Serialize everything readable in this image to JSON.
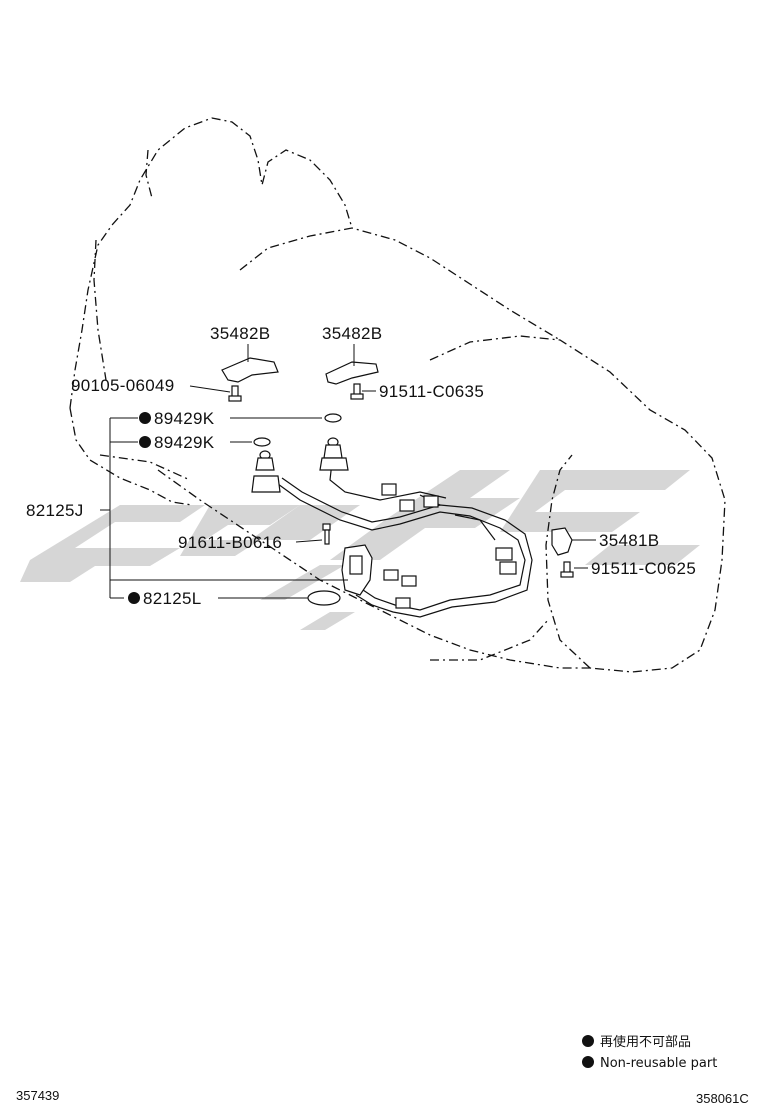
{
  "parts": {
    "p35482B_left": "35482B",
    "p35482B_right": "35482B",
    "p90105": "90105-06049",
    "p91511_C0635": "91511-C0635",
    "p89429K_top": "89429K",
    "p89429K_bottom": "89429K",
    "p82125J": "82125J",
    "p91611": "91611-B0616",
    "p35481B": "35481B",
    "p91511_C0625": "91511-C0625",
    "p82125L": "82125L"
  },
  "legend": {
    "ja": "再使用不可部品",
    "en": "Non-reusable part"
  },
  "footer": {
    "left_code": "357439",
    "right_code": "358061C"
  },
  "colors": {
    "line": "#111111",
    "watermark": "#c8c8c8"
  }
}
